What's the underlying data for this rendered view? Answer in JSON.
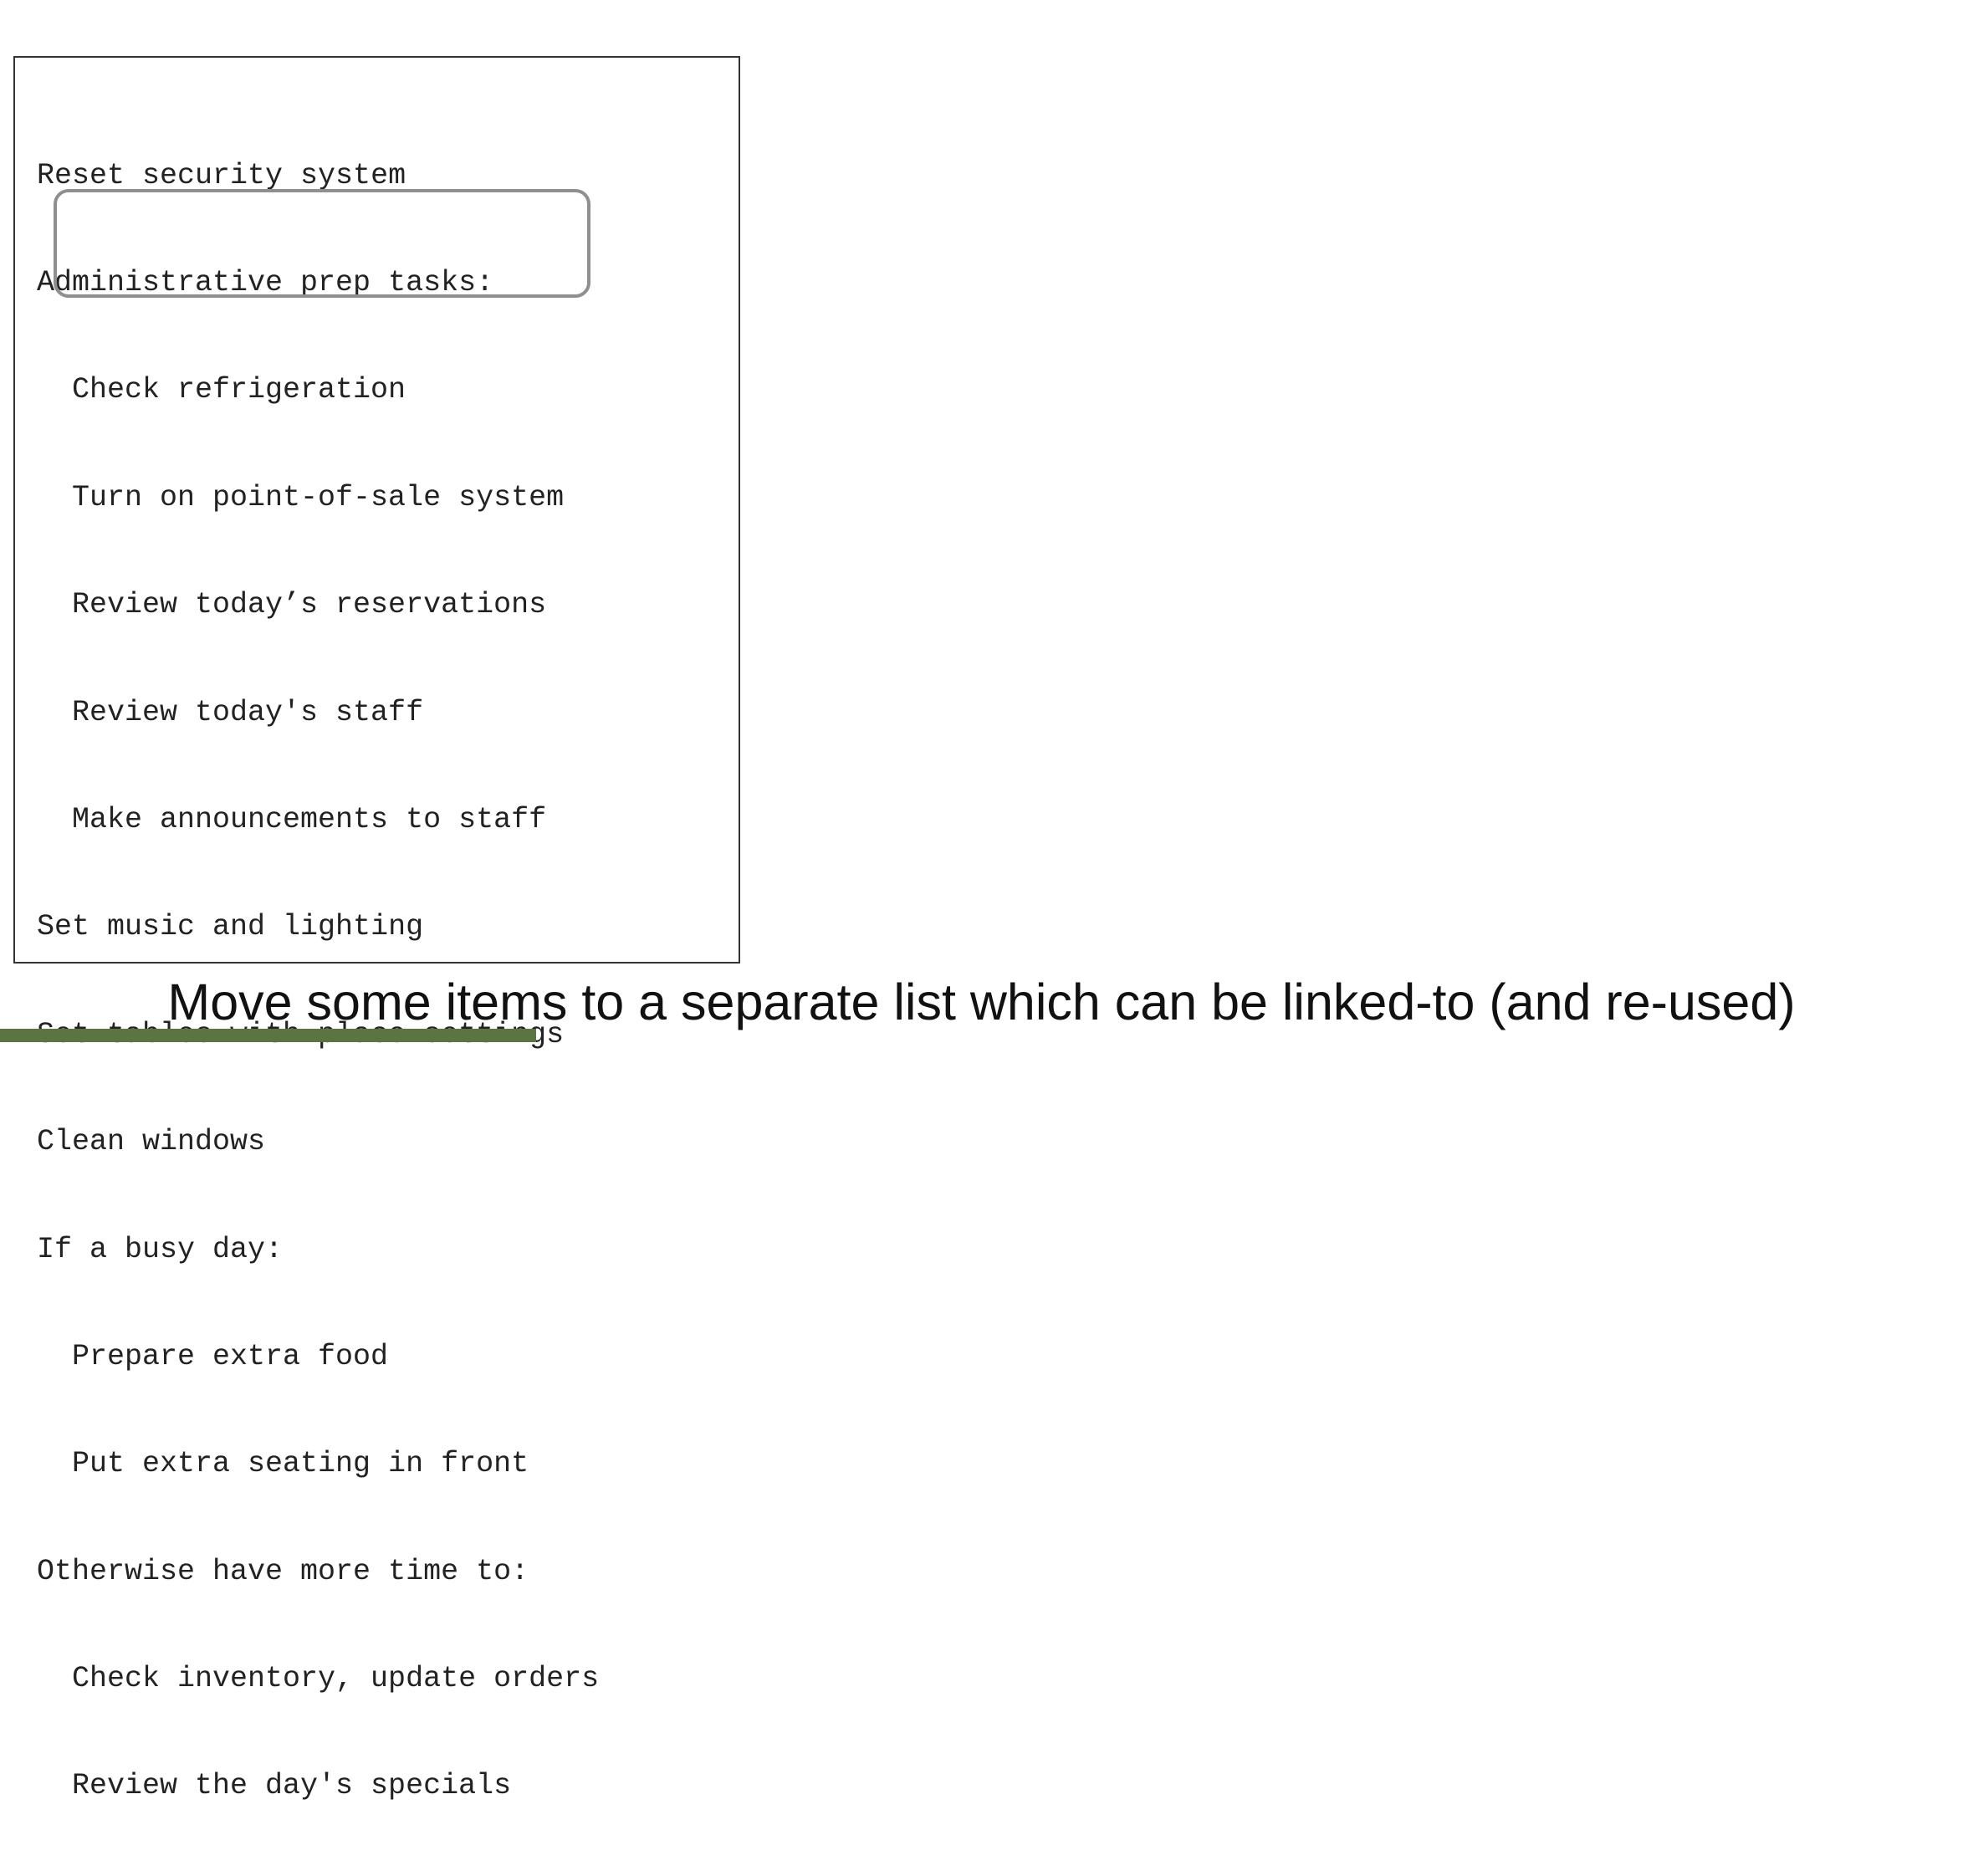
{
  "code_lines": [
    "Reset security system",
    "Administrative prep tasks:",
    "Check refrigeration",
    "Turn on point-of-sale system",
    "Review today’s reservations",
    "Review today's staff",
    "Make announcements to staff",
    "Set music and lighting",
    "Set tables with place settings",
    "Clean windows",
    "If a busy day:",
    "Prepare extra food",
    "Put extra seating in front",
    "Otherwise have more time to:",
    "Check inventory, update orders",
    "Review the day's specials"
  ],
  "caption": "Move some items to a separate list which can be linked-to (and re-used)",
  "colors": {
    "footer_bar": "#5b7541",
    "highlight_border": "#8f8f8f",
    "panel_border": "#333333"
  }
}
